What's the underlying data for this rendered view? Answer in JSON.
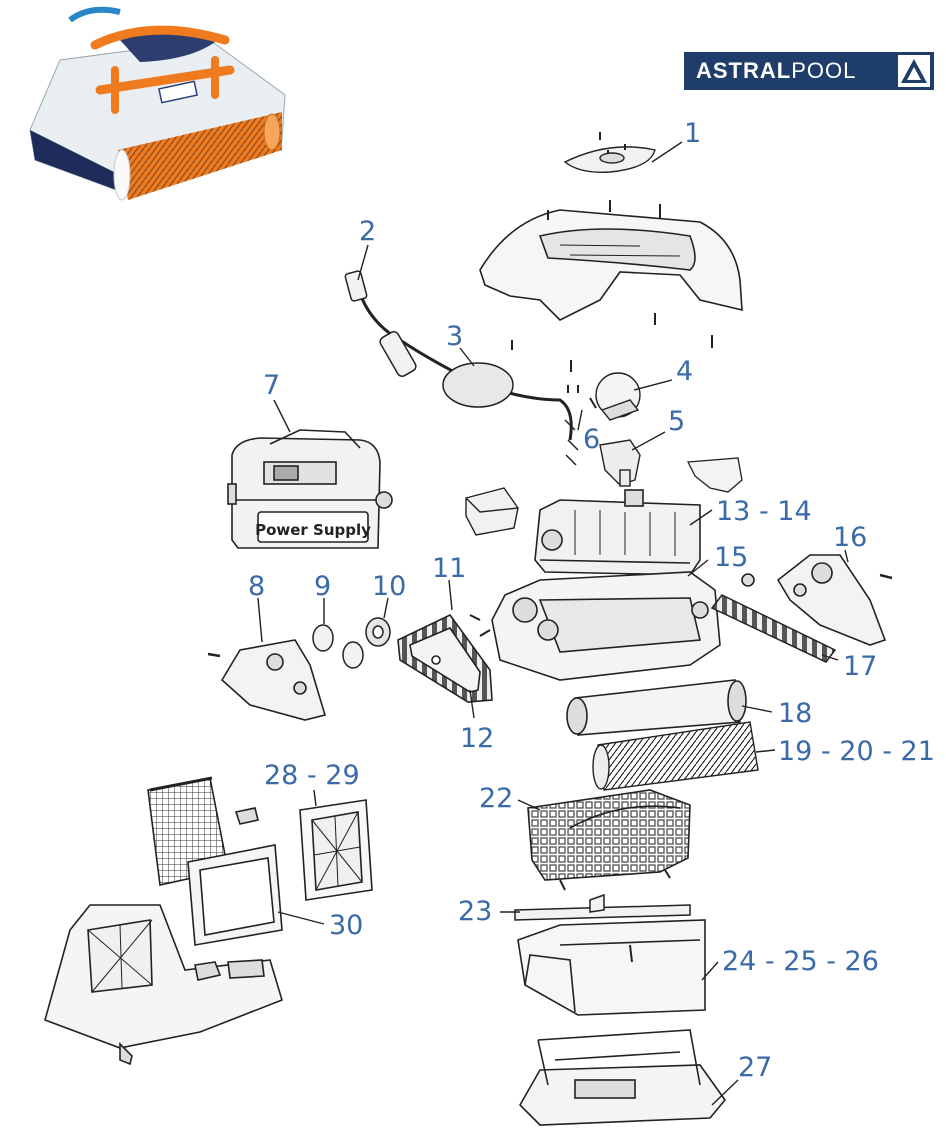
{
  "brand": {
    "logo_text_bold": "ASTRAL",
    "logo_text_light": "POOL",
    "colors": {
      "brand_bg": "#1f3d6b",
      "callout": "#3a6aa8",
      "robot_orange": "#f07a1e"
    }
  },
  "illustrations": {
    "power_supply_label": "Power Supply"
  },
  "callouts": [
    {
      "id": "c1",
      "label": "1"
    },
    {
      "id": "c2",
      "label": "2"
    },
    {
      "id": "c3",
      "label": "3"
    },
    {
      "id": "c4",
      "label": "4"
    },
    {
      "id": "c5",
      "label": "5"
    },
    {
      "id": "c6",
      "label": "6"
    },
    {
      "id": "c7",
      "label": "7"
    },
    {
      "id": "c8",
      "label": "8"
    },
    {
      "id": "c9",
      "label": "9"
    },
    {
      "id": "c10",
      "label": "10"
    },
    {
      "id": "c11",
      "label": "11"
    },
    {
      "id": "c12",
      "label": "12"
    },
    {
      "id": "c13",
      "label": "13 - 14"
    },
    {
      "id": "c15",
      "label": "15"
    },
    {
      "id": "c16",
      "label": "16"
    },
    {
      "id": "c17",
      "label": "17"
    },
    {
      "id": "c18",
      "label": "18"
    },
    {
      "id": "c19",
      "label": "19 - 20 - 21"
    },
    {
      "id": "c22",
      "label": "22"
    },
    {
      "id": "c23",
      "label": "23"
    },
    {
      "id": "c24",
      "label": "24 - 25 - 26"
    },
    {
      "id": "c27",
      "label": "27"
    },
    {
      "id": "c28",
      "label": "28 - 29"
    },
    {
      "id": "c30",
      "label": "30"
    }
  ]
}
